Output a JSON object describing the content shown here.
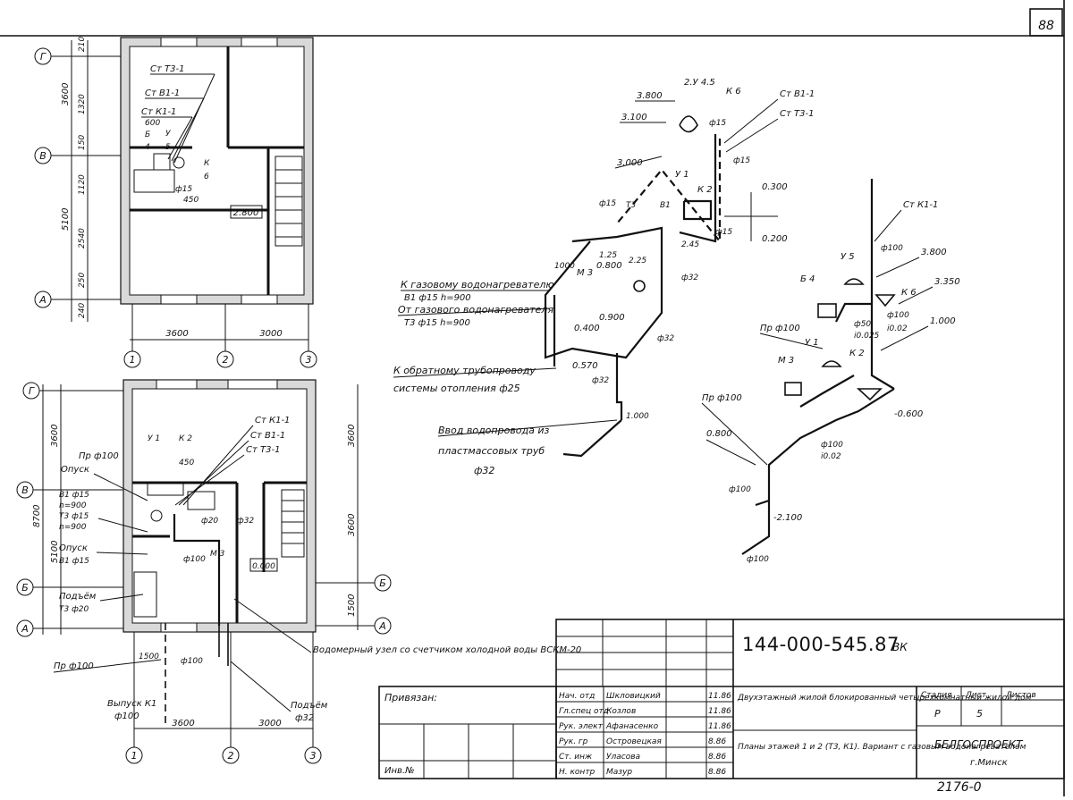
{
  "sheet": {
    "corner_number": "88",
    "doc_code": "144-000-545.87",
    "doc_suffix": "ВК",
    "bottom_number": "2176-0",
    "bound_label": "Привязан:",
    "inv_label": "Инв.№"
  },
  "title_block": {
    "staff": [
      {
        "role": "Нач. отд",
        "name": "Шкловицкий",
        "date": "11.86"
      },
      {
        "role": "Гл.спец отд",
        "name": "Козлов",
        "date": "11.86"
      },
      {
        "role": "Рук. элект",
        "name": "Афанасенко",
        "date": "11.86"
      },
      {
        "role": "Рук. гр",
        "name": "Островецкая",
        "date": "8.86"
      },
      {
        "role": "Ст. инж",
        "name": "Уласова",
        "date": "8.86"
      },
      {
        "role": "Н. контр",
        "name": "Мазур",
        "date": "8.86"
      }
    ],
    "project_title": "Двухэтажный жилой блокированный четырехкомнатный жилой дом",
    "sheet_title": "Планы этажей 1 и 2 (Т3, К1). Вариант с газовым водонагревателем",
    "stage_header": "Стадия",
    "sheet_header": "Лист",
    "sheets_header": "Листов",
    "stage": "Р",
    "sheet_no": "5",
    "org": "БЕЛГОСПРОЕКТ",
    "city": "г.Минск"
  },
  "plan_upper": {
    "axes_letters": [
      "Г",
      "В",
      "А"
    ],
    "axes_numbers": [
      "1",
      "2",
      "3"
    ],
    "dims_bottom": [
      "3600",
      "3000"
    ],
    "dims_left": [
      "3600",
      "5100"
    ],
    "dims_left_small": [
      "210",
      "1320",
      "150",
      "1120",
      "2540",
      "250",
      "240"
    ],
    "risers": [
      "Ст Т3-1",
      "Ст В1-1",
      "Ст К1-1"
    ],
    "elev": "2.800",
    "marks": [
      "600",
      "Б",
      "У",
      "К",
      "4",
      "5",
      "6",
      "ф15",
      "450"
    ]
  },
  "plan_lower": {
    "axes_letters": [
      "Г",
      "В",
      "Б",
      "А"
    ],
    "axes_numbers": [
      "1",
      "2",
      "3"
    ],
    "dims_bottom": [
      "3600",
      "3000"
    ],
    "dims_left": [
      "3600",
      "8700",
      "5100"
    ],
    "dims_right": [
      "3600",
      "3600",
      "1500"
    ],
    "risers": [
      "Ст К1-1",
      "Ст В1-1",
      "Ст Т3-1"
    ],
    "labels": {
      "pr100": "Пр ф100",
      "opusk": "Опуск",
      "b1": "В1 ф15",
      "h900a": "h=900",
      "t3": "Т3 ф15",
      "h900b": "h=900",
      "opusk2": "Опуск",
      "b1_2": "В1 ф15",
      "podem": "Подъём",
      "t3_20": "Т3 ф20",
      "pr100b": "Пр ф100",
      "vypusk": "Выпуск К1",
      "vypusk_d": "ф100",
      "podem2": "Подъём",
      "podem2_d": "ф32",
      "meter": "Водомерный узел со счетчиком холодной воды ВСКМ-20",
      "elev0": "0.000",
      "d100": "ф100",
      "d32": "ф32",
      "d20": "ф20",
      "um": [
        "У 1",
        "К 2",
        "М 3"
      ],
      "d1500": "1500",
      "d450": "450"
    }
  },
  "iso_water": {
    "risers": [
      "Ст В1-1",
      "Ст Т3-1"
    ],
    "elevs": [
      "3.800",
      "3.100",
      "3.000",
      "0.300",
      "0.200",
      "0.570",
      "0.400",
      "0.900",
      "0.800",
      "1.000"
    ],
    "codes": [
      "2.У 4.5",
      "К 6",
      "У 1",
      "К 2",
      "М 3"
    ],
    "diams": [
      "ф15",
      "ф15",
      "ф15",
      "ф15",
      "ф32",
      "ф32",
      "ф32"
    ],
    "lens": [
      "1.25",
      "2.25",
      "2.45"
    ],
    "notes": {
      "gas1": "К газовому водонагревателю",
      "gas1b": "В1 ф15 h=900",
      "gas2": "От газового водонагревателя",
      "gas2b": "Т3 ф15 h=900",
      "return": "К обратному трубопроводу",
      "return_b": "системы отопления ф25",
      "inlet": "Ввод водопровода из",
      "inlet_b": "пластмассовых труб",
      "inlet_c": "ф32",
      "b1": "В1",
      "t3": "Т3",
      "len": "1000"
    }
  },
  "iso_sewer": {
    "riser": "Ст К1-1",
    "elevs": [
      "3.800",
      "3.350",
      "1.000",
      "-0.600",
      "0.800",
      "-2.100"
    ],
    "codes": [
      "Б 4",
      "У 5",
      "К 6",
      "У 1",
      "К 2",
      "М 3"
    ],
    "diams": [
      "ф100",
      "ф50",
      "ф100",
      "ф100",
      "ф100",
      "ф100"
    ],
    "slopes": [
      "i0.02",
      "i0.025",
      "i0.02"
    ],
    "pr": [
      "Пр ф100",
      "Пр ф100"
    ]
  }
}
